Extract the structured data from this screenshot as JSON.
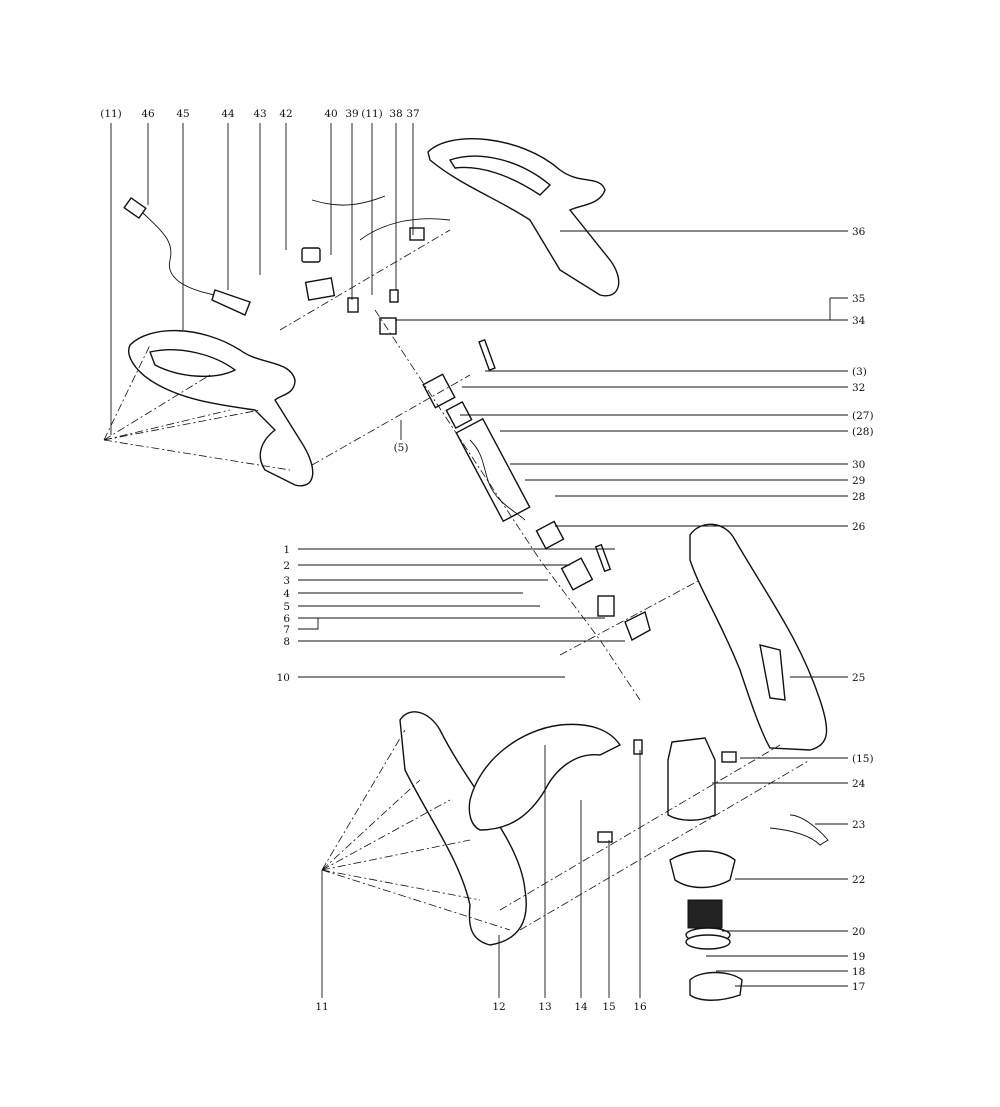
{
  "diagram": {
    "type": "exploded-parts-diagram",
    "top_labels": [
      "(11)",
      "46",
      "45",
      "44",
      "43",
      "42",
      "40",
      "39",
      "(11)",
      "38",
      "37"
    ],
    "right_labels": [
      "36",
      "35",
      "34",
      "(3)",
      "32",
      "(27)",
      "(28)",
      "30",
      "29",
      "28",
      "26",
      "25",
      "(15)",
      "24",
      "23",
      "22",
      "20",
      "19",
      "18",
      "17"
    ],
    "left_labels": [
      "1",
      "2",
      "3",
      "4",
      "5",
      "6",
      "7",
      "8",
      "10"
    ],
    "bottom_labels": [
      "11",
      "12",
      "13",
      "14",
      "15",
      "16"
    ],
    "inline_labels": [
      "(5)"
    ]
  }
}
